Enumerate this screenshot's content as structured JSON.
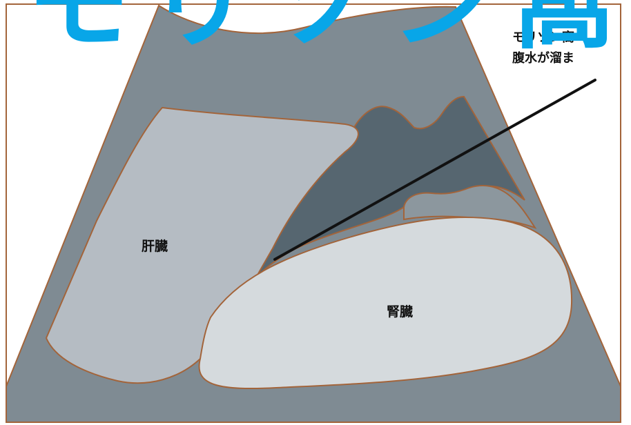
{
  "labels": {
    "liver": "肝臓",
    "kidney": "腎臓"
  },
  "callout": {
    "line1": "モリソン窩",
    "line2": "腹水が溜ま"
  },
  "overlay_title": "モリソン窩",
  "colors": {
    "sector": "#7f8b93",
    "liver": "#b5bcc3",
    "kidney": "#d5dadd",
    "ascites": "#566670",
    "outline": "#a3643a",
    "overlay": "#08a6e8",
    "pointer": "#111111"
  }
}
